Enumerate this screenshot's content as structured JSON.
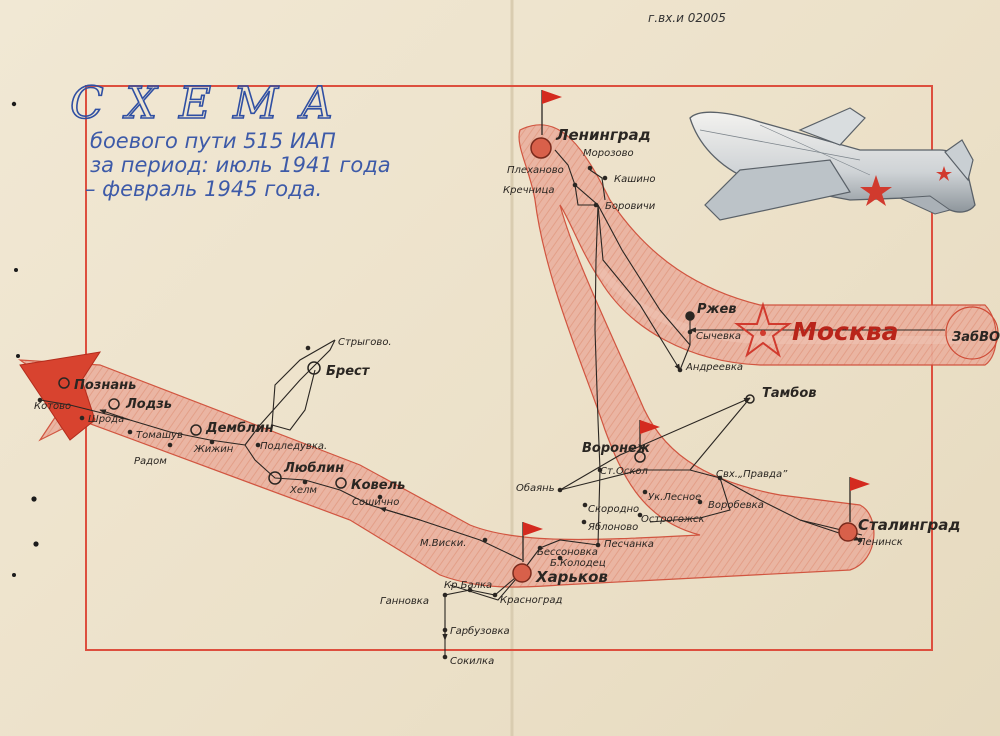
{
  "archive_note": "г.вх.и 02005",
  "title": {
    "main": "СХЕМА",
    "line1": "боевого пути 515 ИАП",
    "line2": "за период: июль 1941 года",
    "line3": "– февраль 1945 года."
  },
  "colors": {
    "route_fill": "#e7a48f",
    "route_edge": "#cf4a35",
    "frame": "#dd4f3e",
    "ink": "#2a2622",
    "title_ink": "#2f4fa3",
    "star": "#d13a2e",
    "flag": "#d42a1f"
  },
  "map": {
    "major_cities": {
      "leningrad": "Ленинград",
      "moskva": "Москва",
      "zabvo": "ЗабВО",
      "rzhev": "Ржев",
      "tambov": "Тамбов",
      "voronezh": "Воронеж",
      "stalingrad": "Сталинград",
      "kharkov": "Харьков",
      "brest": "Брест",
      "lyublin": "Люблин",
      "kovel": "Ковель",
      "demblin": "Демблин",
      "lodz": "Лодзь",
      "poznan": "Познань"
    },
    "small_places": {
      "morozovo": "Морозово",
      "plekhanovo": "Плеханово",
      "kashino": "Кашино",
      "krechnitsa": "Кречница",
      "borovichi": "Боровичи",
      "sychevka": "Сычевка",
      "andreevka": "Андреевка",
      "strygovo": "Стрыгово.",
      "kotovo": "Котово",
      "shroda": "Шрода",
      "tomashuv": "Томашув",
      "radom": "Радом",
      "zhizhin": "Жижин",
      "podleduvka": "Подледувка.",
      "khelm": "Хелм",
      "soshichno": "Сошично",
      "obayan": "Обаянь",
      "st_oskol": "Ст.Оскол",
      "sovkhoz_pravda": "Свх.„Правда”",
      "uk_lesnoe": "Ук.Лесное",
      "vorobevka": "Воробевка",
      "skorodno": "Скородно",
      "ostrogozhsk": "Острогожск",
      "yablonovo": "Яблоново",
      "leninsk": "Ленинск",
      "m_viski": "М.Виски.",
      "besonovka": "Бессоновка",
      "peschanka": "Песчанка",
      "b_kolodets": "Б.Колодец",
      "kr_balka": "Кр.Балка",
      "gannovka": "Ганновка",
      "krasnograd": "Красноград",
      "garbuzovka": "Гарбузовка",
      "sokilka": "Сокилка"
    }
  }
}
